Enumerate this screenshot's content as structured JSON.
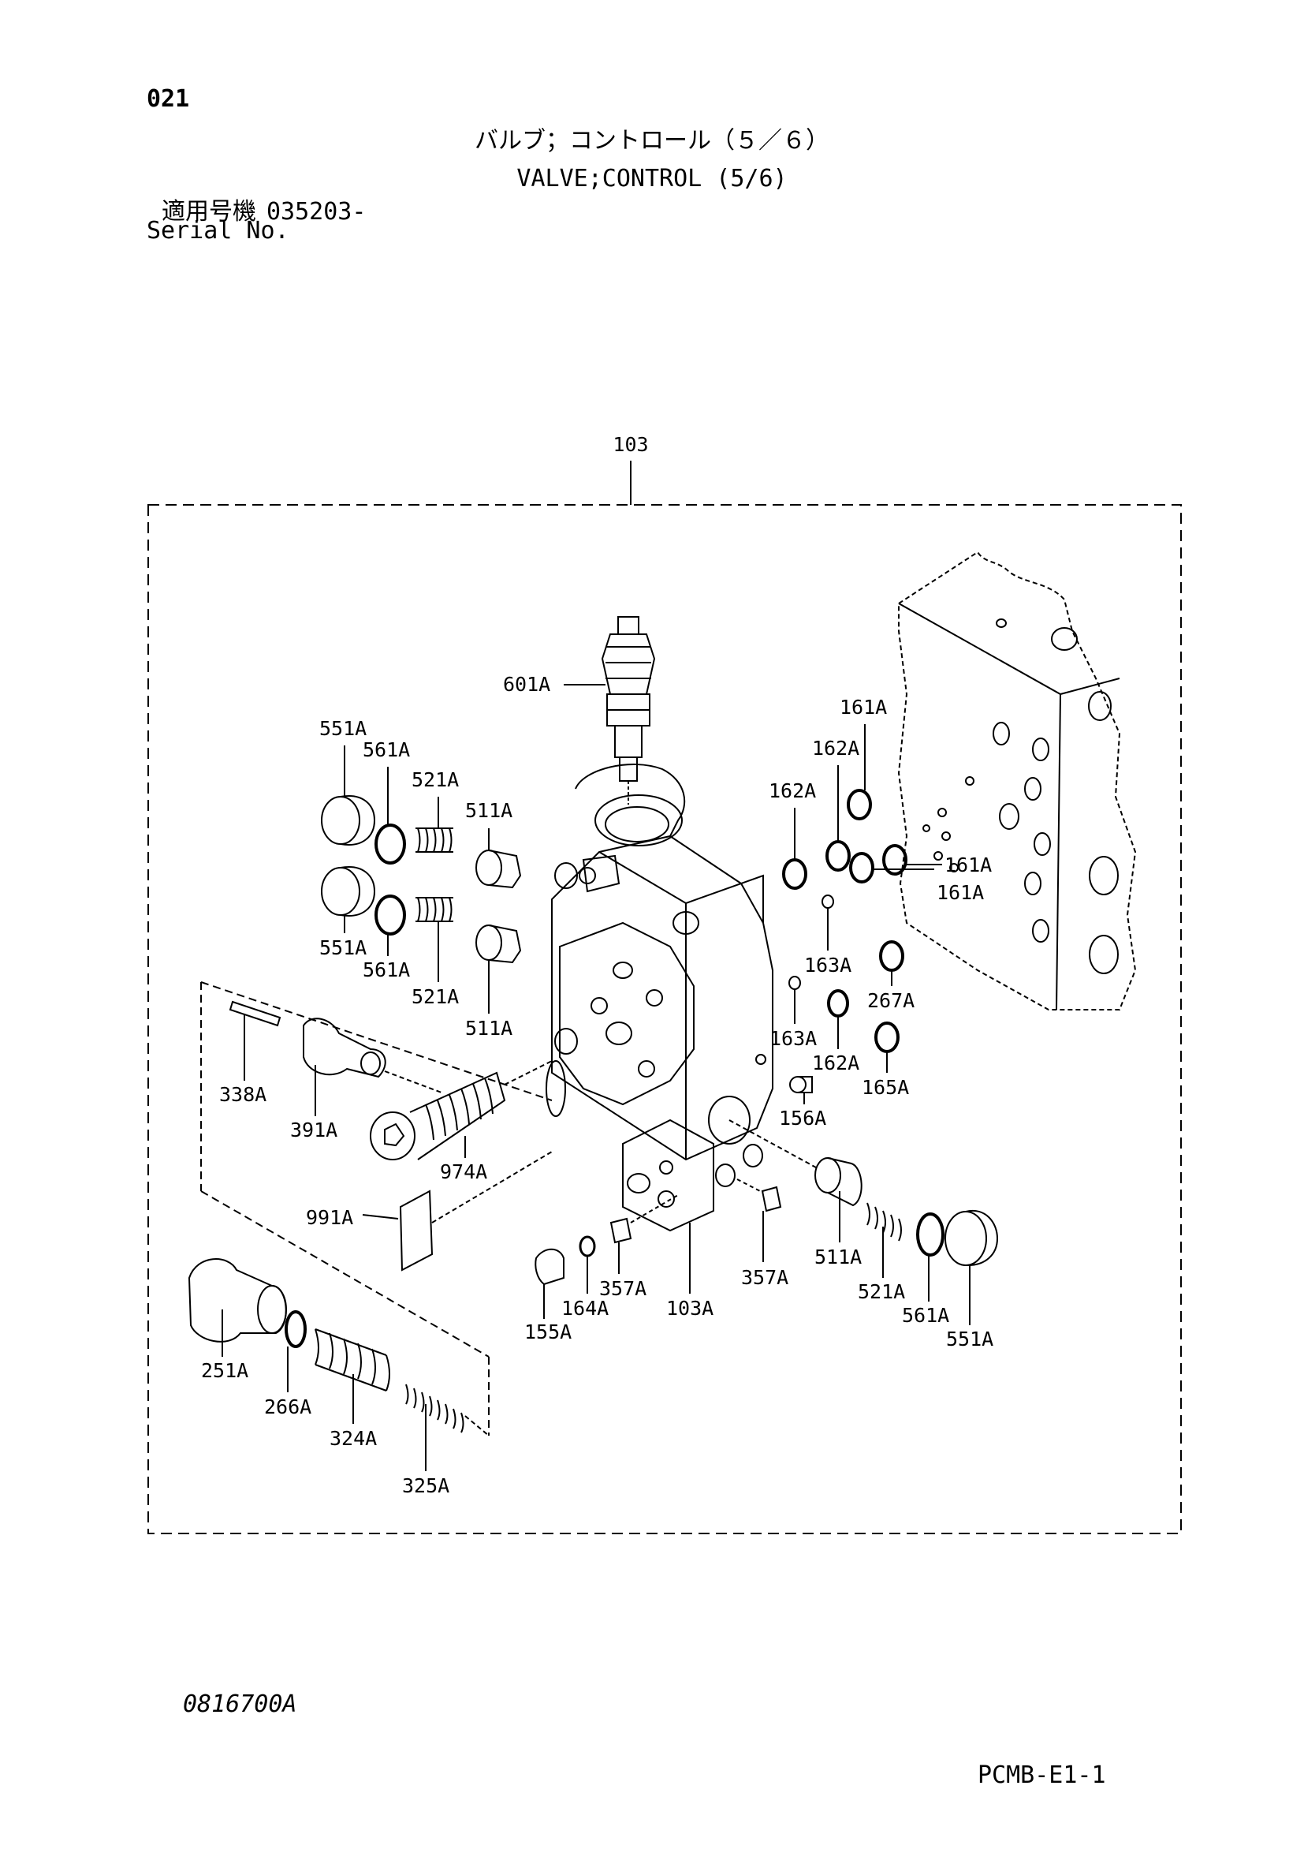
{
  "page": {
    "page_number": "021",
    "title_jp": "バルブ；コントロール（５／６）",
    "title_en": "VALVE;CONTROL (5/6)",
    "serial_label_jp": "適用号機",
    "serial_value": "035203-",
    "serial_label_en": "Serial No.",
    "drawing_number": "0816700A",
    "footer_code": "PCMB-E1-1"
  },
  "diagram": {
    "group_label": "103",
    "callouts": {
      "c601A": "601A",
      "c551A_top": "551A",
      "c561A_top": "561A",
      "c521A_top": "521A",
      "c511A_top": "511A",
      "c551A_mid": "551A",
      "c561A_mid": "561A",
      "c521A_mid": "521A",
      "c511A_mid": "511A",
      "c161A_top": "161A",
      "c162A_top": "162A",
      "c162A_left": "162A",
      "c161A_r1": "161A",
      "c161A_r2": "161A",
      "c163A_1": "163A",
      "c267A": "267A",
      "c163A_2": "163A",
      "c162A_bot": "162A",
      "c165A": "165A",
      "c156A": "156A",
      "c338A": "338A",
      "c391A": "391A",
      "c974A": "974A",
      "c991A": "991A",
      "c511A_bot": "511A",
      "c521A_bot": "521A",
      "c561A_bot": "561A",
      "c551A_bot": "551A",
      "c357A_1": "357A",
      "c357A_2": "357A",
      "c103A": "103A",
      "c164A": "164A",
      "c155A": "155A",
      "c251A": "251A",
      "c266A": "266A",
      "c324A": "324A",
      "c325A": "325A"
    }
  }
}
